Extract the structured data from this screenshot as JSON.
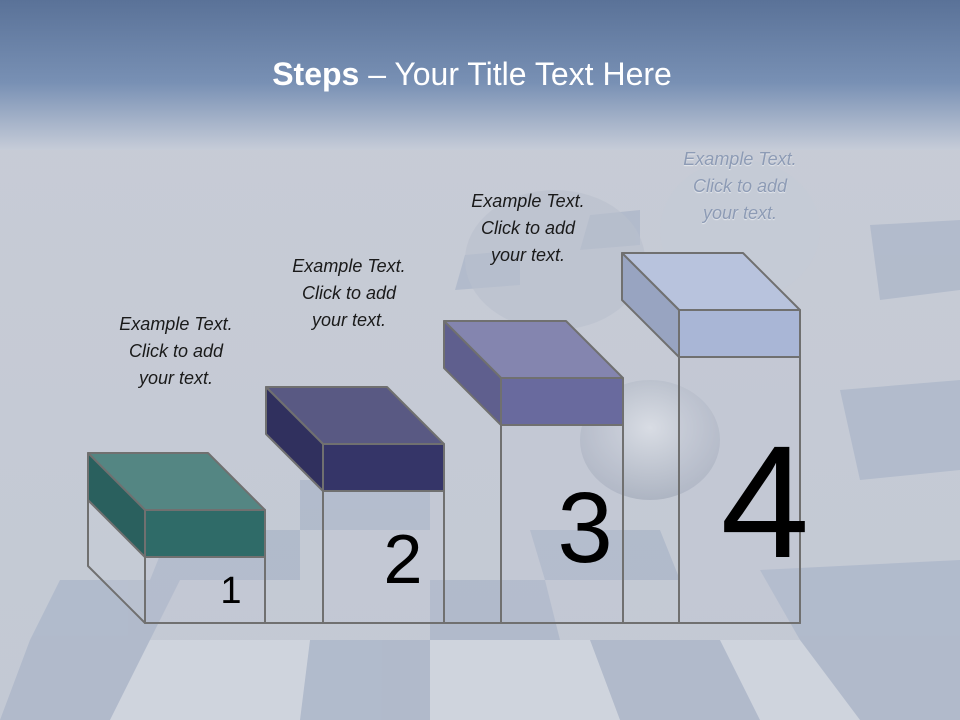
{
  "title": {
    "bold": "Steps",
    "rest": " – Your Title Text Here"
  },
  "steps": [
    {
      "number": "1",
      "caption": [
        "Example Text.",
        "Click  to add",
        "your text."
      ],
      "color": "#2f6b68"
    },
    {
      "number": "2",
      "caption": [
        "Example Text.",
        "Click  to add",
        "your text."
      ],
      "color": "#353568"
    },
    {
      "number": "3",
      "caption": [
        "Example Text.",
        "Click  to add",
        "your text."
      ],
      "color": "#696a9e"
    },
    {
      "number": "4",
      "caption": [
        "Example Text.",
        "Click  to add",
        "your text."
      ],
      "color": "#a9b6d6"
    }
  ],
  "colors": {
    "header_band": "#6e87ae",
    "board_light": "#cfd3dc",
    "board_dark": "#aab3c6",
    "outline": "#707070"
  }
}
